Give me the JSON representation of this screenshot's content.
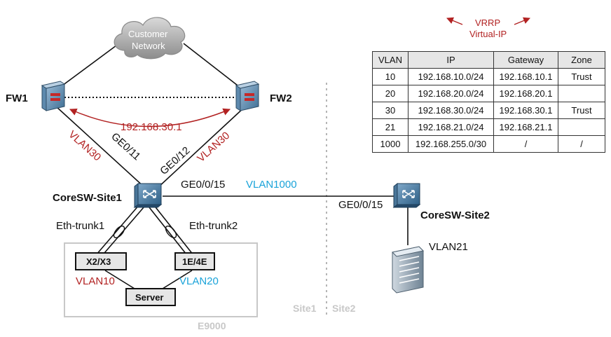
{
  "cloud": {
    "line1": "Customer",
    "line2": "Network"
  },
  "devices": {
    "fw1": "FW1",
    "fw2": "FW2",
    "core1": "CoreSW-Site1",
    "core2": "CoreSW-Site2"
  },
  "links": {
    "vrrp_ip": "192.168.30.1",
    "fw1_vlan": "VLAN30",
    "fw2_vlan": "VLAN30",
    "fw1_port": "GE0/11",
    "fw2_port": "GE0/12",
    "core1_port": "GE0/0/15",
    "interlink_vlan": "VLAN1000",
    "core2_port": "GE0/0/15",
    "trunk1": "Eth-trunk1",
    "trunk2": "Eth-trunk2",
    "vlan10": "VLAN10",
    "vlan20": "VLAN20",
    "vlan21": "VLAN21"
  },
  "e9000": {
    "label": "E9000",
    "x2x3": "X2/X3",
    "e1e4e": "1E/4E",
    "server": "Server"
  },
  "sites": {
    "site1": "Site1",
    "site2": "Site2"
  },
  "legend": {
    "line1": "VRRP",
    "line2": "Virtual-IP"
  },
  "table": {
    "headers": [
      "VLAN",
      "IP",
      "Gateway",
      "Zone"
    ],
    "rows": [
      [
        "10",
        "192.168.10.0/24",
        "192.168.10.1",
        "Trust"
      ],
      [
        "20",
        "192.168.20.0/24",
        "192.168.20.1",
        ""
      ],
      [
        "30",
        "192.168.30.0/24",
        "192.168.30.1",
        "Trust"
      ],
      [
        "21",
        "192.168.21.0/24",
        "192.168.21.1",
        ""
      ],
      [
        "1000",
        "192.168.255.0/30",
        "/",
        "/"
      ]
    ]
  },
  "colors": {
    "red": "#b22222",
    "blue": "#1aa3d9",
    "gray": "#c8c8c8"
  }
}
